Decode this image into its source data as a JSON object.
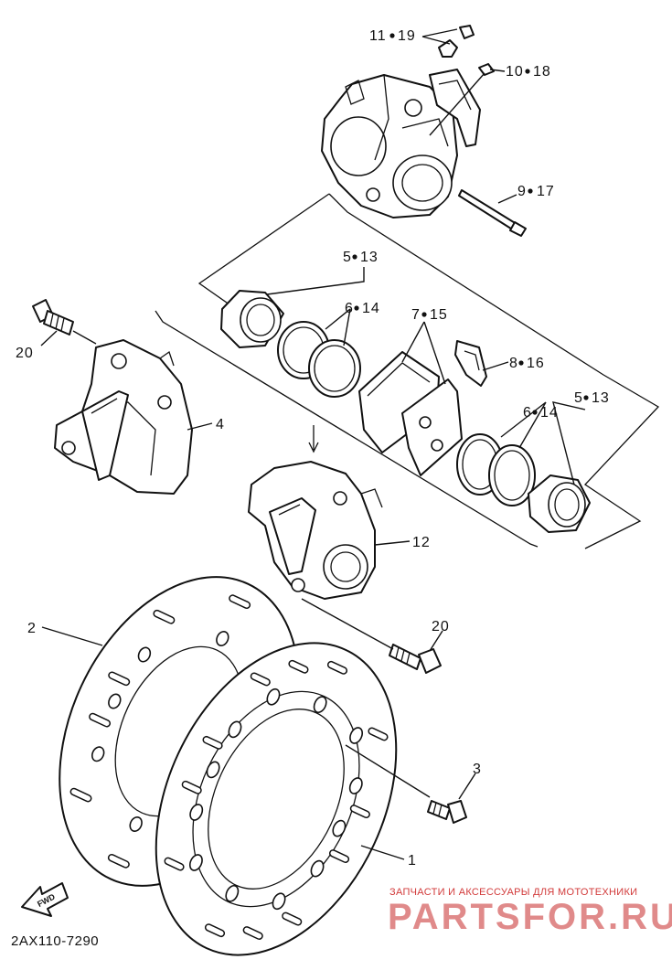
{
  "callouts": {
    "c1": "1",
    "c2": "2",
    "c3": "3",
    "c4": "4",
    "c5a": "5",
    "c5a_ref": "13",
    "c5b": "5",
    "c5b_ref": "13",
    "c6a": "6",
    "c6a_ref": "14",
    "c6b": "6",
    "c6b_ref": "14",
    "c7": "7",
    "c7_ref": "15",
    "c8": "8",
    "c8_ref": "16",
    "c9": "9",
    "c9_ref": "17",
    "c10": "10",
    "c10_ref": "18",
    "c11": "11",
    "c11_ref": "19",
    "c12": "12",
    "c20a": "20",
    "c20b": "20"
  },
  "footer": {
    "diagram_code": "2AX110-7290",
    "forward_badge": "FWD"
  },
  "watermark": {
    "tagline": "ЗАПЧАСТИ И АКСЕССУАРЫ ДЛЯ МОТОТЕХНИКИ",
    "brand": "PARTSFOR.RU",
    "color": "#e08a8a"
  }
}
